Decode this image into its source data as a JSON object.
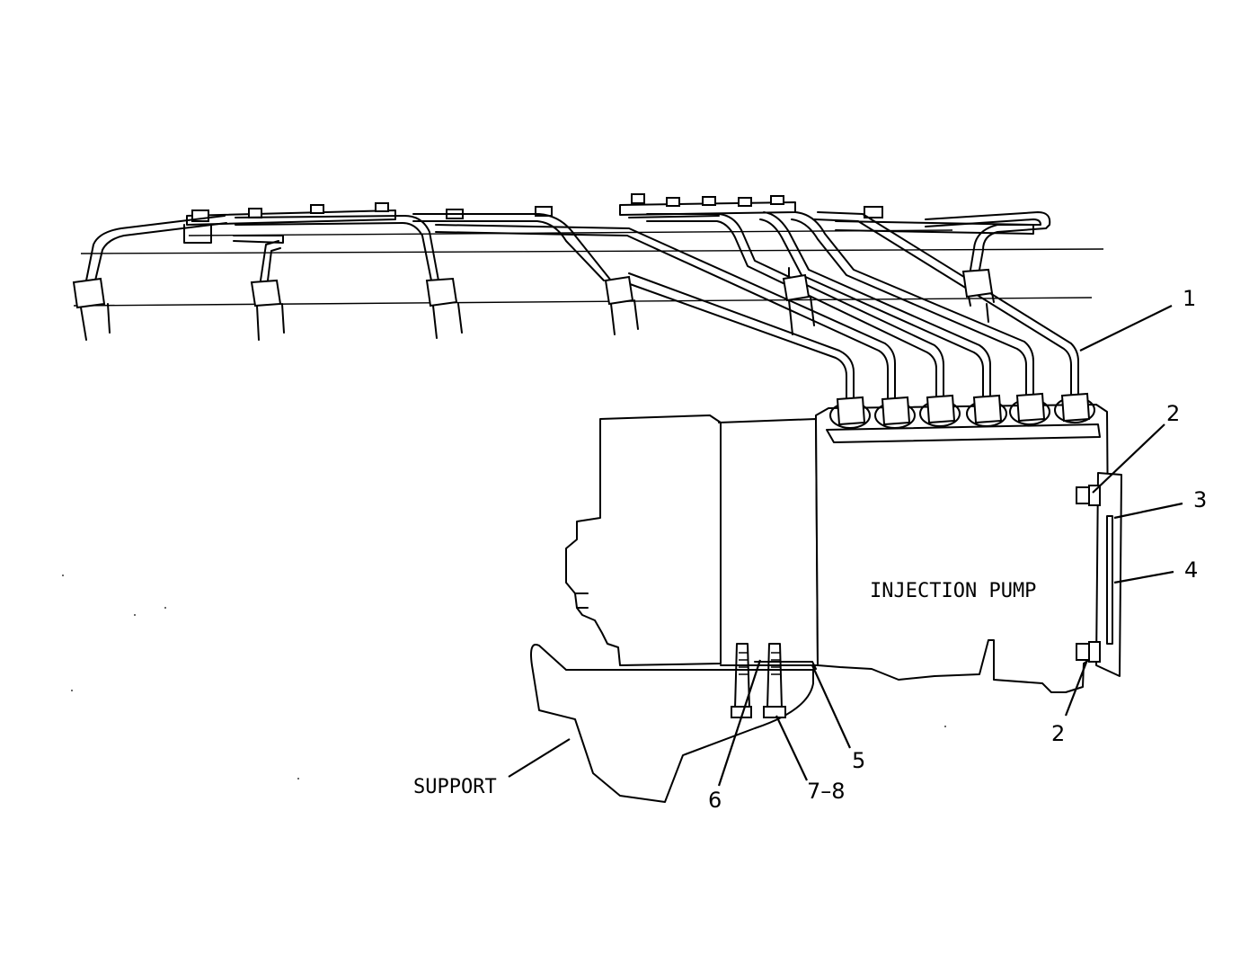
{
  "labels": {
    "injection_pump": "INJECTION PUMP",
    "support": "SUPPORT"
  },
  "callouts": {
    "c1": "1",
    "c2_top": "2",
    "c3": "3",
    "c4": "4",
    "c2_bottom": "2",
    "c5": "5",
    "c6": "6",
    "c7_8": "7–8"
  }
}
